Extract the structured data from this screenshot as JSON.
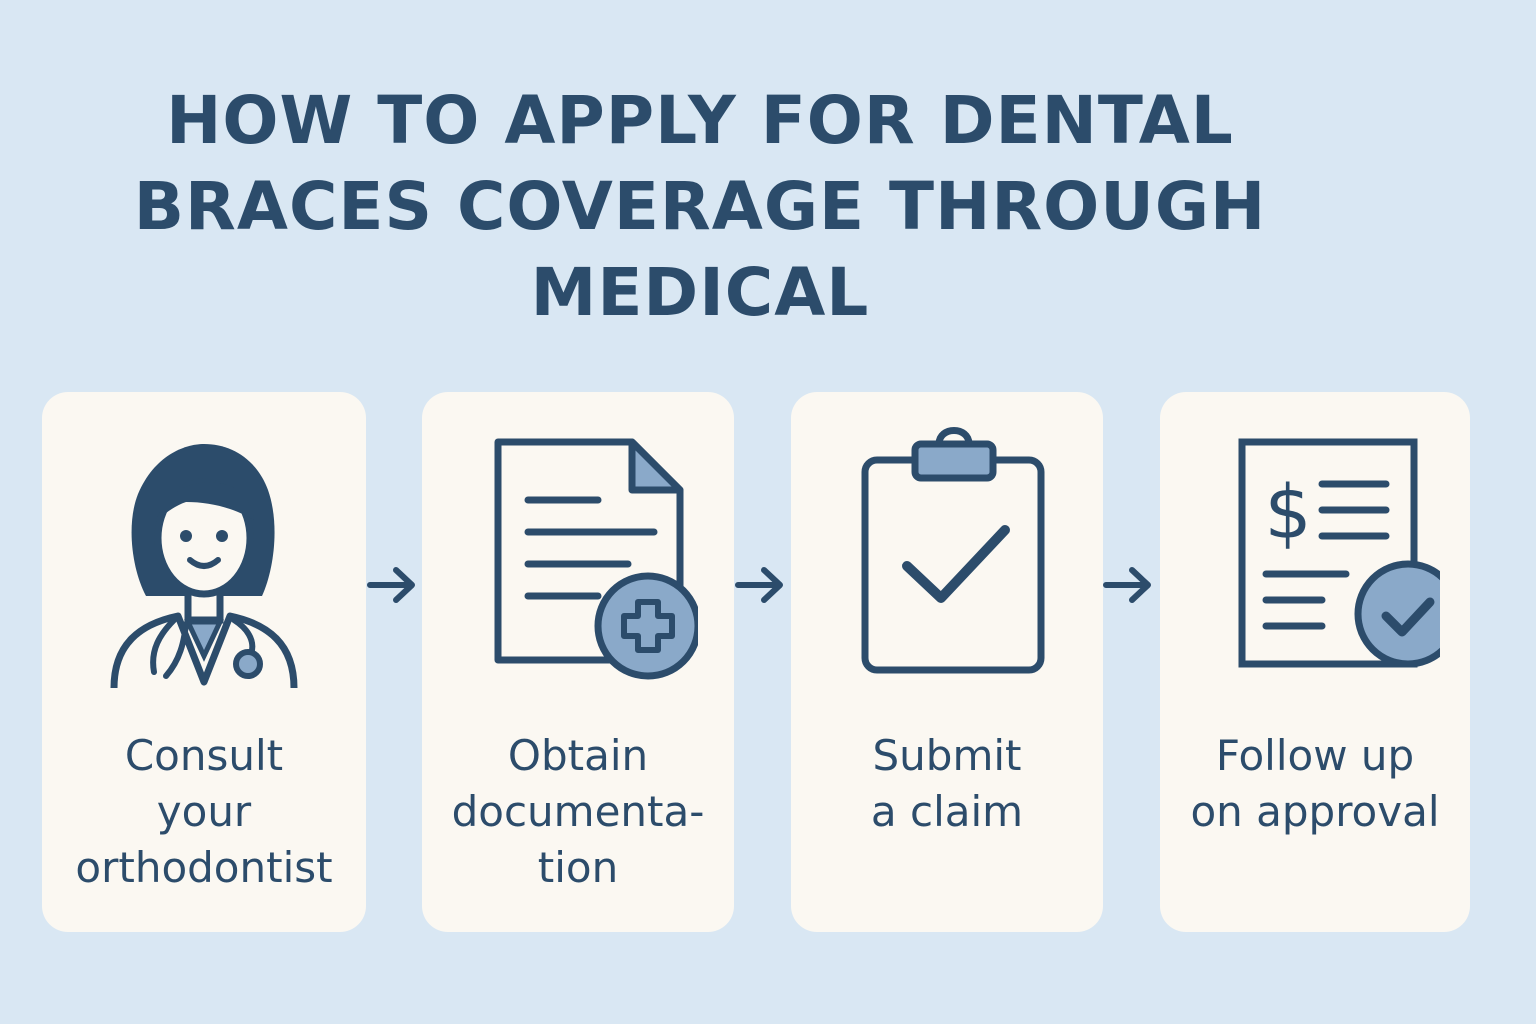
{
  "title": {
    "line1": "HOW TO APPLY FOR DENTAL",
    "line2": "BRACES COVERAGE THROUGH",
    "line3": "MEDICAL"
  },
  "steps": [
    {
      "icon": "orthodontist-icon",
      "label_lines": [
        "Consult",
        "your",
        "orthodontist"
      ]
    },
    {
      "icon": "document-medical-icon",
      "label_lines": [
        "Obtain",
        "documenta-",
        "tion"
      ]
    },
    {
      "icon": "clipboard-check-icon",
      "label_lines": [
        "Submit",
        "a claim"
      ]
    },
    {
      "icon": "invoice-approved-icon",
      "label_lines": [
        "Follow up",
        "on approval"
      ]
    }
  ],
  "colors": {
    "background": "#d9e7f3",
    "card": "#fbf8f2",
    "ink": "#2c4c6b",
    "accent": "#8aa9c9"
  }
}
